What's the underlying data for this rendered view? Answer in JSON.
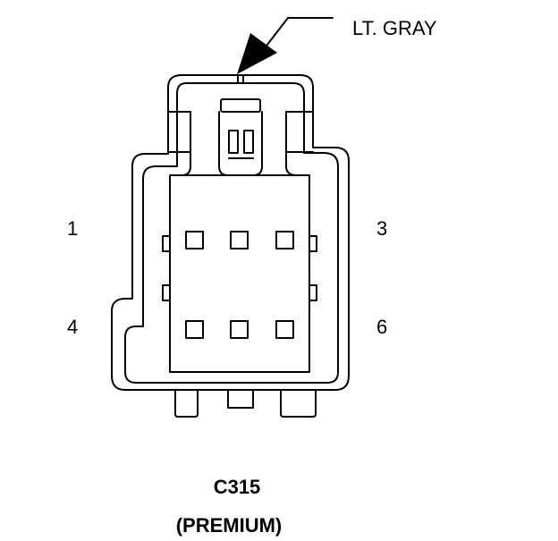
{
  "color_callout": "LT. GRAY",
  "pin_labels": {
    "p1": "1",
    "p3": "3",
    "p4": "4",
    "p6": "6"
  },
  "connector_id": "C315",
  "variant": "(PREMIUM)"
}
